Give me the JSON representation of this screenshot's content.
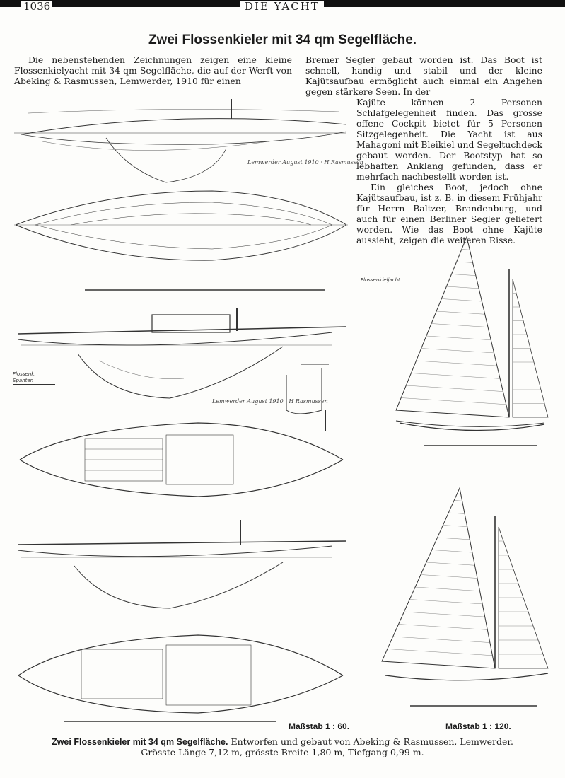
{
  "header": {
    "page_number": "1036",
    "running_title": "DIE YACHT"
  },
  "title": "Zwei Flossenkieler mit 34 qm Segelfläche.",
  "body": {
    "col1": "Die nebenstehenden Zeichnungen zeigen eine kleine Flossenkielyacht mit 34 qm Segelfläche, die auf der Werft von Abeking & Rasmussen, Lemwerder, 1910 für einen",
    "col2": "Bremer Segler gebaut worden ist. Das Boot ist schnell, handig und stabil und der kleine Kajütsaufbau ermöglicht auch einmal ein Angehen gegen stärkere Seen. In der",
    "col3_p1": "Kajüte können 2 Personen Schlafgelegenheit finden. Das grosse offene Cockpit bietet für 5 Personen Sitzgelegenheit. Die Yacht ist aus Mahagoni mit Bleikiel und Segeltuchdeck gebaut worden. Der Bootstyp hat so lebhaften Anklang gefunden, dass er mehrfach nachbestellt worden ist.",
    "col3_p2": "Ein gleiches Boot, jedoch ohne Kajütsaufbau, ist z. B. in diesem Frühjahr für Herrn Baltzer, Brandenburg, und auch für einen Berliner Segler geliefert worden. Wie das Boot ohne Kajüte aussieht, zeigen die weiteren Risse."
  },
  "annotations": {
    "signature_1": "Lemwerder August 1910 · H Rasmussen",
    "signature_2": "Lemwerder August 1910 · H Rasmussen",
    "sail_table_title": "Flossenkieljacht",
    "spar_table_title": "Flossenk. Spanten"
  },
  "scales": {
    "left": "Maßstab 1 : 60.",
    "right": "Maßstab 1 : 120."
  },
  "caption": {
    "bold": "Zwei Flossenkieler mit 34 qm Segelfläche.",
    "rest": "Entworfen und gebaut von Abeking & Rasmussen, Lemwerder.",
    "line2": "Grösste Länge 7,12 m, grösste Breite 1,80 m, Tiefgang 0,99 m."
  }
}
